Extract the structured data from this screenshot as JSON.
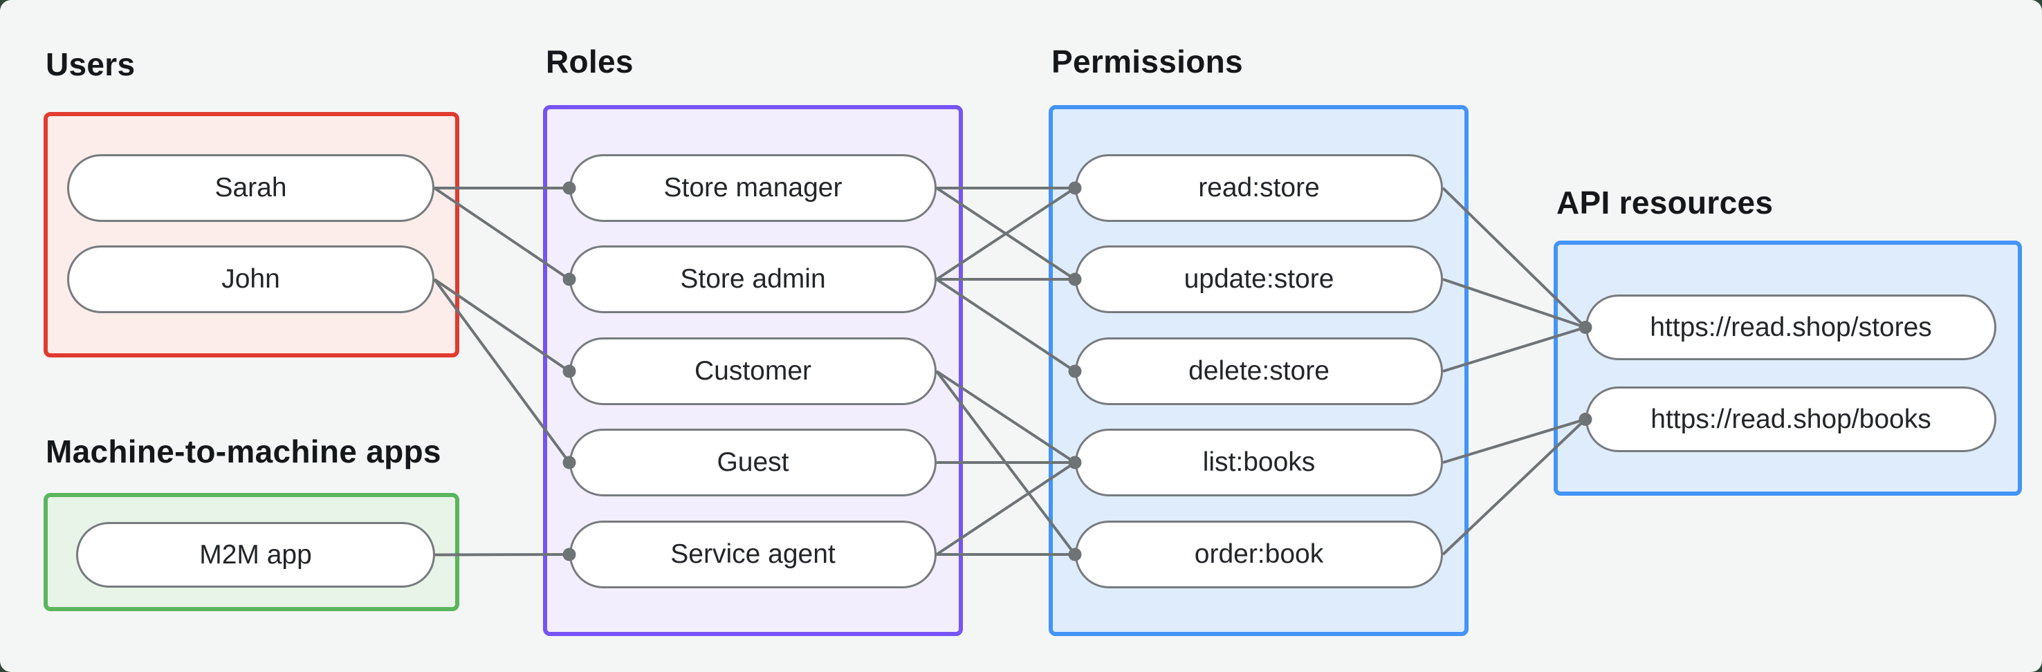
{
  "page": {
    "background_color": "#2e4839",
    "card_background_color": "#f4f6f5"
  },
  "style": {
    "connector_color": "#6e7376",
    "connector_width": 4,
    "dot_radius": 9.5,
    "pill_border_color": "#777b7e",
    "pill_fill_color": "#ffffff",
    "pill_text_color": "#232629",
    "label_text_color": "#15181a"
  },
  "groups": {
    "users": {
      "label": "Users",
      "border_color": "#e13b30",
      "fill_color": "#fcedeb",
      "items": [
        "Sarah",
        "John"
      ]
    },
    "m2m": {
      "label": "Machine-to-machine apps",
      "border_color": "#5bb55e",
      "fill_color": "#e8f4e8",
      "items": [
        "M2M app"
      ]
    },
    "roles": {
      "label": "Roles",
      "border_color": "#7654f6",
      "fill_color": "#f3eefd",
      "items": [
        "Store manager",
        "Store admin",
        "Customer",
        "Guest",
        "Service agent"
      ]
    },
    "permissions": {
      "label": "Permissions",
      "border_color": "#4494f6",
      "fill_color": "#dfecfc",
      "items": [
        "read:store",
        "update:store",
        "delete:store",
        "list:books",
        "order:book"
      ]
    },
    "api": {
      "label": "API resources",
      "border_color": "#4494f6",
      "fill_color": "#dfecfc",
      "items": [
        "https://read.shop/stores",
        "https://read.shop/books"
      ]
    }
  },
  "nodes": {
    "sarah": {
      "label": "Sarah"
    },
    "john": {
      "label": "John"
    },
    "m2m": {
      "label": "M2M app"
    },
    "store-manager": {
      "label": "Store manager"
    },
    "store-admin": {
      "label": "Store admin"
    },
    "customer": {
      "label": "Customer"
    },
    "guest": {
      "label": "Guest"
    },
    "service-agent": {
      "label": "Service agent"
    },
    "read-store": {
      "label": "read:store"
    },
    "update-store": {
      "label": "update:store"
    },
    "delete-store": {
      "label": "delete:store"
    },
    "list-books": {
      "label": "list:books"
    },
    "order-book": {
      "label": "order:book"
    },
    "stores": {
      "label": "https://read.shop/stores"
    },
    "books": {
      "label": "https://read.shop/books"
    }
  },
  "edges": [
    {
      "from": "sarah",
      "to": "store-manager"
    },
    {
      "from": "sarah",
      "to": "store-admin"
    },
    {
      "from": "john",
      "to": "customer"
    },
    {
      "from": "john",
      "to": "guest"
    },
    {
      "from": "m2m",
      "to": "service-agent"
    },
    {
      "from": "store-manager",
      "to": "read-store"
    },
    {
      "from": "store-manager",
      "to": "update-store"
    },
    {
      "from": "store-admin",
      "to": "read-store"
    },
    {
      "from": "store-admin",
      "to": "update-store"
    },
    {
      "from": "store-admin",
      "to": "delete-store"
    },
    {
      "from": "customer",
      "to": "list-books"
    },
    {
      "from": "customer",
      "to": "order-book"
    },
    {
      "from": "guest",
      "to": "list-books"
    },
    {
      "from": "service-agent",
      "to": "list-books"
    },
    {
      "from": "service-agent",
      "to": "order-book"
    },
    {
      "from": "read-store",
      "to": "stores"
    },
    {
      "from": "update-store",
      "to": "stores"
    },
    {
      "from": "delete-store",
      "to": "stores"
    },
    {
      "from": "list-books",
      "to": "books"
    },
    {
      "from": "order-book",
      "to": "books"
    }
  ]
}
